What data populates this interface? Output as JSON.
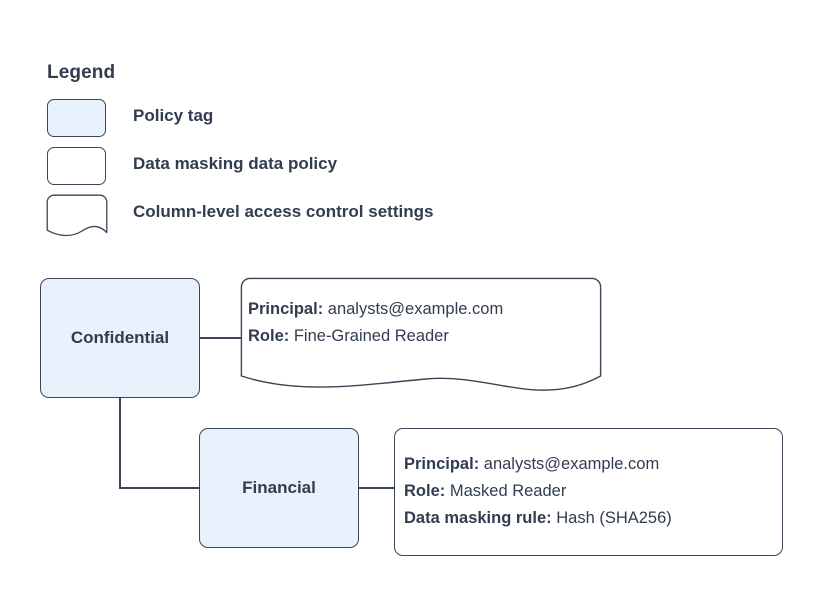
{
  "legend": {
    "title": "Legend",
    "items": [
      {
        "label": "Policy tag",
        "swatch": "rounded-rect-filled",
        "fill": "#e9f1fd"
      },
      {
        "label": "Data masking data policy",
        "swatch": "rounded-rect-outline",
        "fill": "#ffffff"
      },
      {
        "label": "Column-level access control settings",
        "swatch": "wavy-bottom-document",
        "fill": "#ffffff"
      }
    ]
  },
  "nodes": [
    {
      "id": "confidential",
      "label": "Confidential",
      "type": "policy-tag",
      "fill": "#e9f1fd"
    },
    {
      "id": "financial",
      "label": "Financial",
      "type": "policy-tag",
      "fill": "#e9f1fd"
    }
  ],
  "callouts": [
    {
      "id": "confidential-access-settings",
      "type": "column-level-access-control-settings",
      "attached_to": "confidential",
      "lines": [
        {
          "key": "Principal:",
          "value": "analysts@example.com"
        },
        {
          "key": "Role:",
          "value": "Fine-Grained Reader"
        }
      ]
    },
    {
      "id": "financial-data-policy",
      "type": "data-masking-data-policy",
      "attached_to": "financial",
      "lines": [
        {
          "key": "Principal:",
          "value": "analysts@example.com"
        },
        {
          "key": "Role:",
          "value": "Masked Reader"
        },
        {
          "key": "Data masking rule:",
          "value": "Hash (SHA256)"
        }
      ]
    }
  ],
  "colors": {
    "stroke": "#3b4656",
    "node_fill": "#e9f1fd",
    "text": "#313d4f",
    "background": "#ffffff"
  }
}
